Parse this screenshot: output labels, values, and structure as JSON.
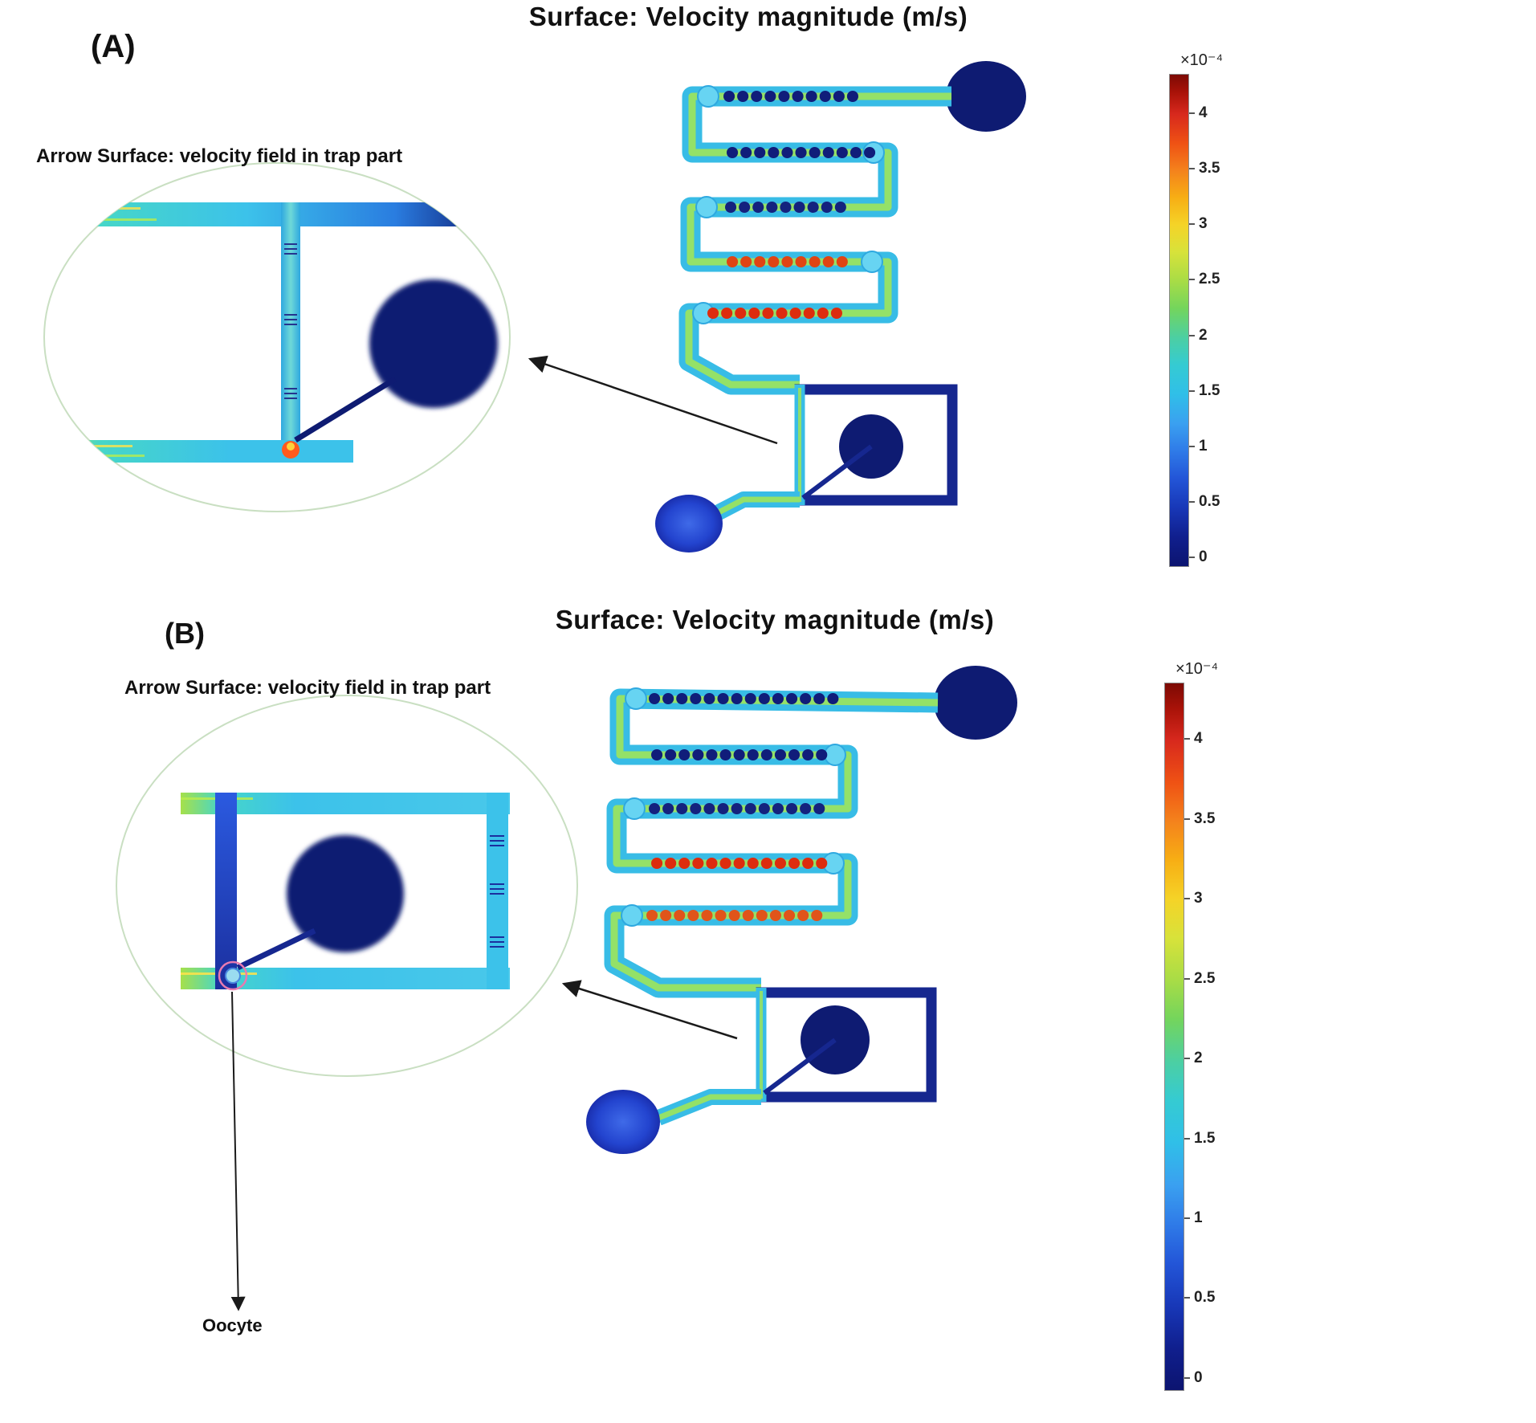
{
  "figure": {
    "panels": [
      {
        "id": "A",
        "label": "(A)",
        "title": "Surface: Velocity magnitude (m/s)",
        "inset_label": "Arrow Surface: velocity field in trap part",
        "colorbar": {
          "scale": "×10⁻⁴",
          "unit": "m/s",
          "ticks": [
            "4",
            "3.5",
            "3",
            "2.5",
            "2",
            "1.5",
            "1",
            "0.5",
            "0"
          ]
        }
      },
      {
        "id": "B",
        "label": "(B)",
        "title": "Surface: Velocity magnitude (m/s)",
        "inset_label": "Arrow Surface: velocity field in trap part",
        "annotation": "Oocyte",
        "colorbar": {
          "scale": "×10⁻⁴",
          "unit": "m/s",
          "ticks": [
            "4",
            "3.5",
            "3",
            "2.5",
            "2",
            "1.5",
            "1",
            "0.5",
            "0"
          ]
        }
      }
    ],
    "colors": {
      "velocity_max": "#7c0a04",
      "velocity_min": "#0c1470",
      "channel_cyan": "#38bce6",
      "channel_core": "#9fe45a",
      "reservoir_navy": "#0e1b72"
    }
  }
}
